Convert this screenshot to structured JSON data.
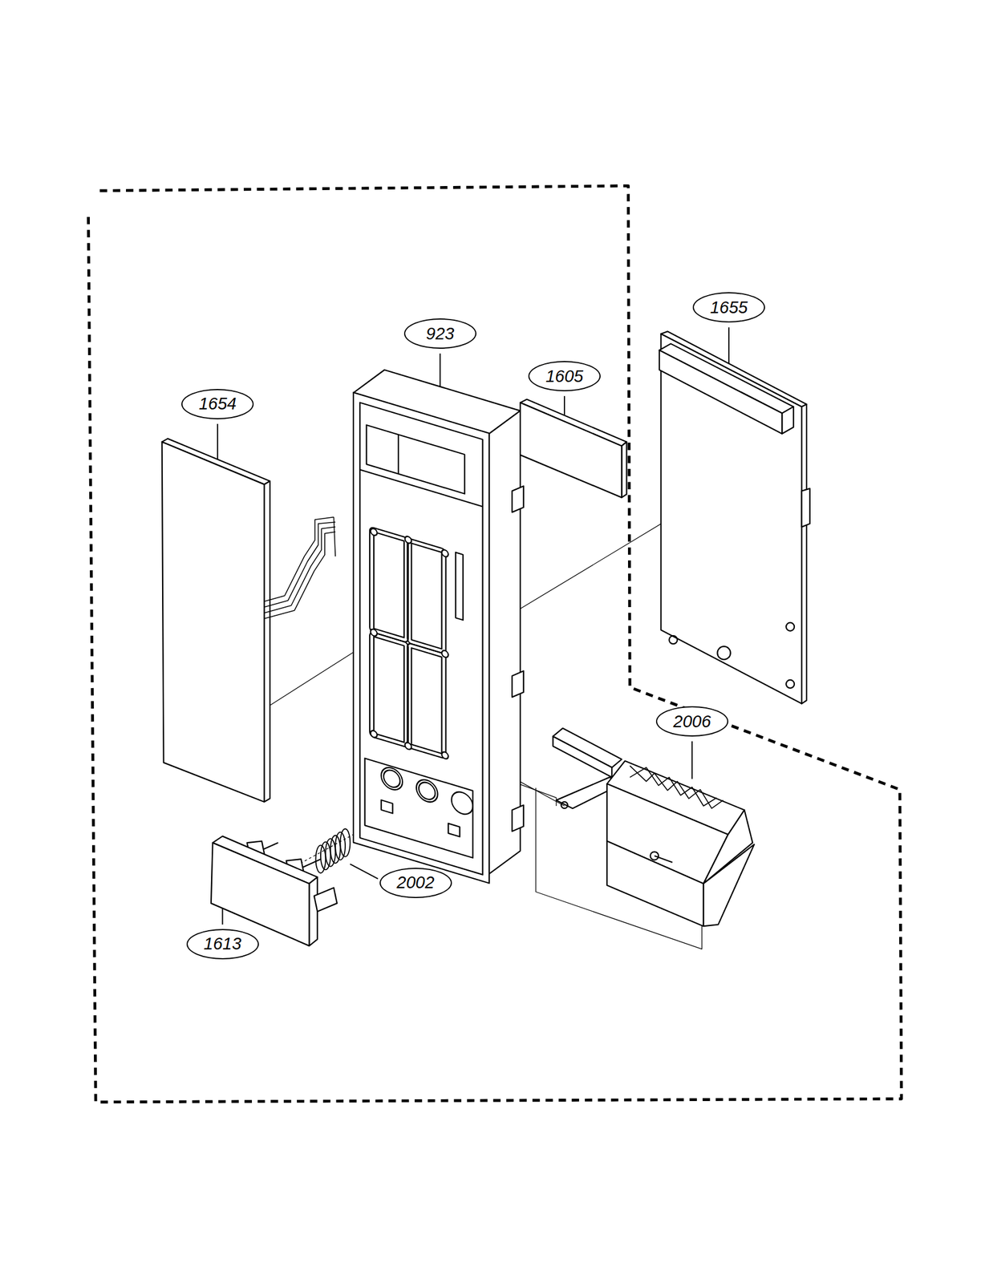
{
  "diagram": {
    "nodes": [
      {
        "text": [
          "1655"
        ]
      },
      {
        "text": [
          "923"
        ]
      },
      {
        "text": [
          "1605"
        ]
      },
      {
        "text": [
          "1654"
        ]
      },
      {
        "text": [
          "2006"
        ]
      },
      {
        "text": [
          "2002"
        ]
      },
      {
        "text": [
          "1613"
        ]
      }
    ]
  }
}
